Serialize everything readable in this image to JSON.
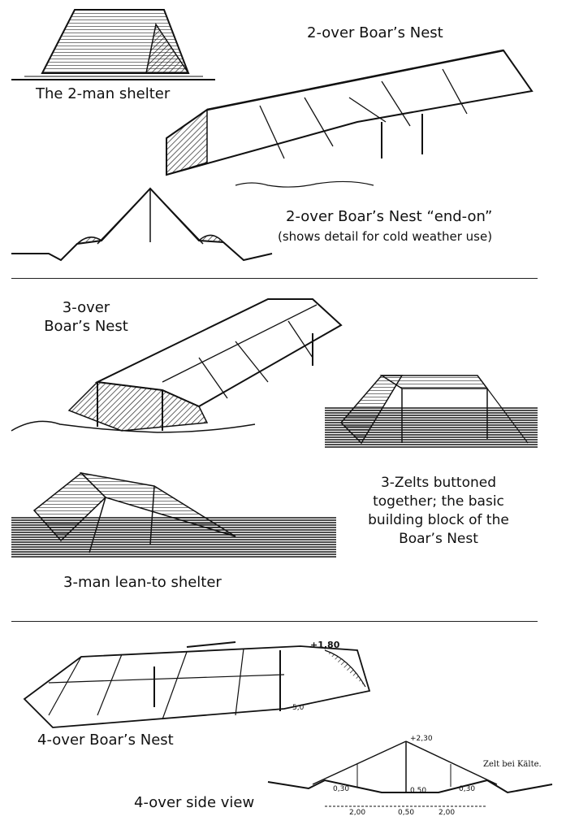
{
  "labels": {
    "two_man": "The 2-man shelter",
    "two_over": "2-over Boar’s Nest",
    "end_on_1": "2-over Boar’s Nest “end-on”",
    "end_on_2": "(shows detail for cold weather use)",
    "three_over_1": "3-over",
    "three_over_2": "Boar’s Nest",
    "zelts_1": "3-Zelts buttoned",
    "zelts_2": "together; the basic",
    "zelts_3": "building block of the",
    "zelts_4": "Boar’s Nest",
    "lean_to": "3-man lean-to shelter",
    "four_over": "4-over Boar’s Nest",
    "four_side": "4-over side view"
  },
  "dims": {
    "height_4over": "+1,80",
    "ground_4over": "5,0",
    "side_height": "+2,30",
    "side_d1": "0,30",
    "side_d2": "0,50",
    "side_d3": "0,30",
    "side_w1": "2,00",
    "side_w2": "0,50",
    "side_w3": "2,00",
    "side_caption": "Zelt bei Kälte."
  }
}
